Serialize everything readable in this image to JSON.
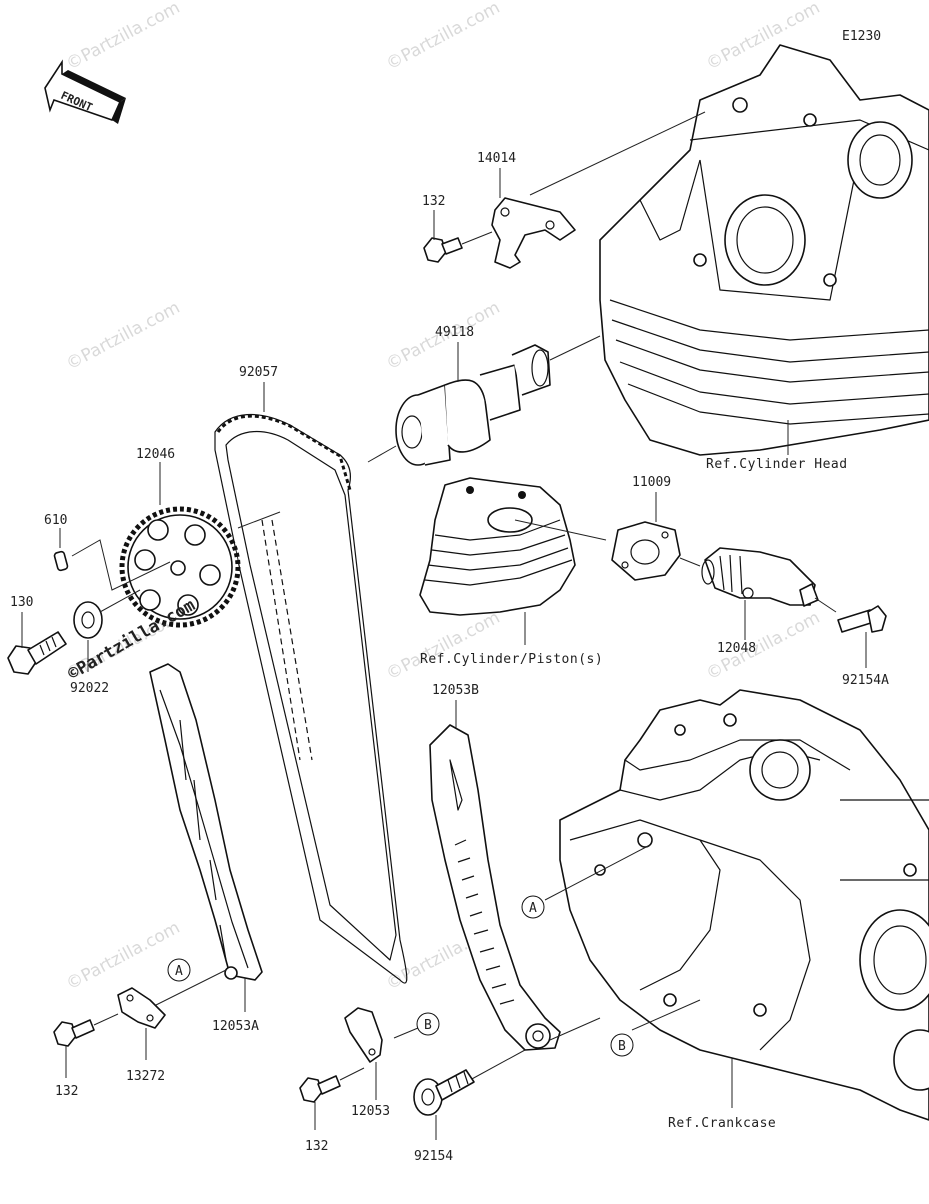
{
  "diagram": {
    "code": "E1230",
    "front_label": "FRONT",
    "watermark": "©Partzilla.com",
    "brand_logo": "©Partzilla.com",
    "parts": {
      "p14014": "14014",
      "p132_top": "132",
      "p49118": "49118",
      "p92057": "92057",
      "p12046": "12046",
      "p610": "610",
      "p130": "130",
      "p92022": "92022",
      "p11009": "11009",
      "p12048": "12048",
      "p92154A": "92154A",
      "p12053B": "12053B",
      "p12053A": "12053A",
      "p13272": "13272",
      "p132_bl": "132",
      "p12053": "12053",
      "p132_bm": "132",
      "p92154": "92154"
    },
    "refs": {
      "cylinder_head": "Ref.Cylinder Head",
      "cylinder_piston": "Ref.Cylinder/Piston(s)",
      "crankcase": "Ref.Crankcase"
    },
    "markers": {
      "a_left": "A",
      "a_right": "A",
      "b_mid": "B",
      "b_right": "B"
    }
  }
}
